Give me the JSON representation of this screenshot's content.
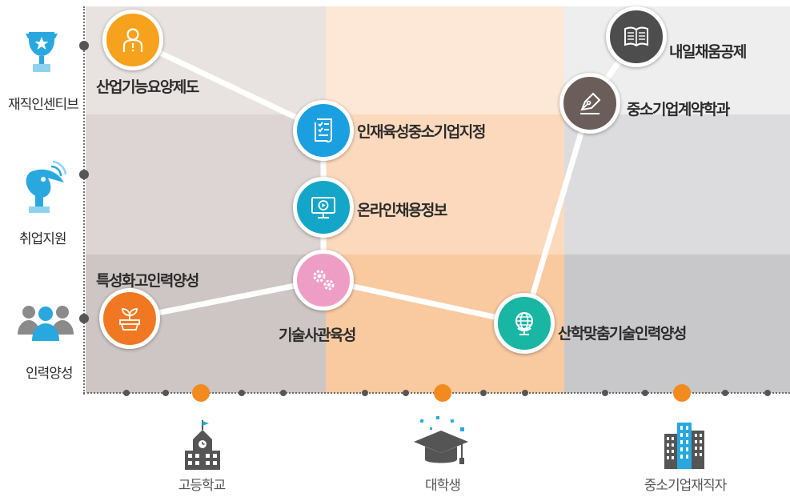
{
  "rows": [
    {
      "label": "재직인센티브",
      "icon": "trophy-icon"
    },
    {
      "label": "취업지원",
      "icon": "satellite-dish-icon"
    },
    {
      "label": "인력양성",
      "icon": "people-group-icon"
    }
  ],
  "columns": [
    {
      "label": "고등학교",
      "icon": "school-building-icon"
    },
    {
      "label": "대학생",
      "icon": "graduation-cap-icon"
    },
    {
      "label": "중소기업재직자",
      "icon": "office-buildings-icon"
    }
  ],
  "nodes": [
    {
      "id": "industrial",
      "label": "산업기능요양제도",
      "icon": "person-alert-icon",
      "color": "#f6a21c"
    },
    {
      "id": "talent",
      "label": "인재육성중소기업지정",
      "icon": "checklist-icon",
      "color": "#1aa0e0"
    },
    {
      "id": "online",
      "label": "온라인채용정보",
      "icon": "monitor-play-icon",
      "color": "#14a6c8"
    },
    {
      "id": "specialized",
      "label": "특성화고인력양성",
      "icon": "sprout-icon",
      "color": "#f07822"
    },
    {
      "id": "technical",
      "label": "기술사관육성",
      "icon": "gears-icon",
      "color": "#ee9ec4"
    },
    {
      "id": "industry-academia",
      "label": "산학맞춤기술인력양성",
      "icon": "globe-icon",
      "color": "#19b6a4"
    },
    {
      "id": "naeil",
      "label": "내일채움공제",
      "icon": "open-book-icon",
      "color": "#4d4d4d"
    },
    {
      "id": "contract",
      "label": "중소기업계약학과",
      "icon": "pen-nib-icon",
      "color": "#6b5e5a"
    }
  ],
  "colors": {
    "accent": "#f28a1e",
    "col1": "#d9d3d0",
    "col2": "#fbd6b6",
    "col3": "#d1d1d3"
  }
}
